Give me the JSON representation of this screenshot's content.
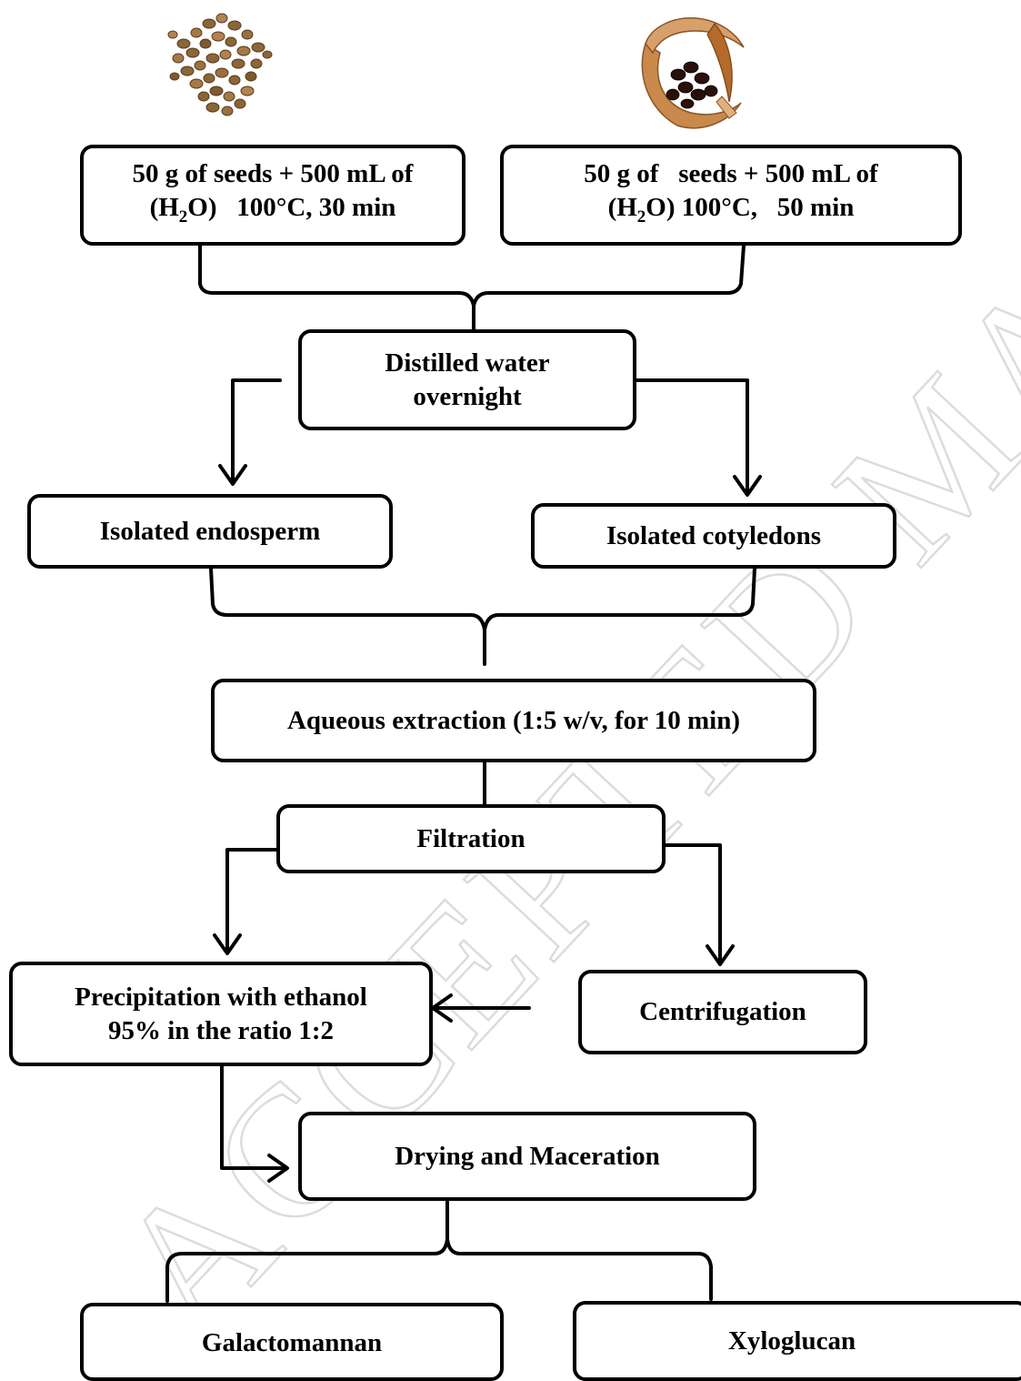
{
  "watermark": "ACCEPTED MANUSCRIPT",
  "images": {
    "left_seeds": "fenugreek-seeds-photo",
    "right_seeds": "tamarind-pods-seeds-photo"
  },
  "steps": {
    "left_seed_prep": {
      "line1": "50 g of seeds + 500 mL of",
      "line2_prefix": "(H",
      "line2_sub": "2",
      "line2_suffix": "O)   100°C, 30 min"
    },
    "right_seed_prep": {
      "line1": "50 g of   seeds + 500 mL of",
      "line2_prefix": "(H",
      "line2_sub": "2",
      "line2_suffix": "O) 100°C,   50 min"
    },
    "distilled_water": {
      "line1": "Distilled water",
      "line2": "overnight"
    },
    "isolated_endosperm": "Isolated endosperm",
    "isolated_cotyledons": "Isolated cotyledons",
    "aqueous_extraction": "Aqueous extraction (1:5 w/v, for 10 min)",
    "filtration": "Filtration",
    "precipitation": {
      "line1": "Precipitation with ethanol",
      "line2": "95% in the ratio 1:2"
    },
    "centrifugation": "Centrifugation",
    "drying": "Drying and Maceration",
    "galactomannan": "Galactomannan",
    "xyloglucan": "Xyloglucan"
  }
}
